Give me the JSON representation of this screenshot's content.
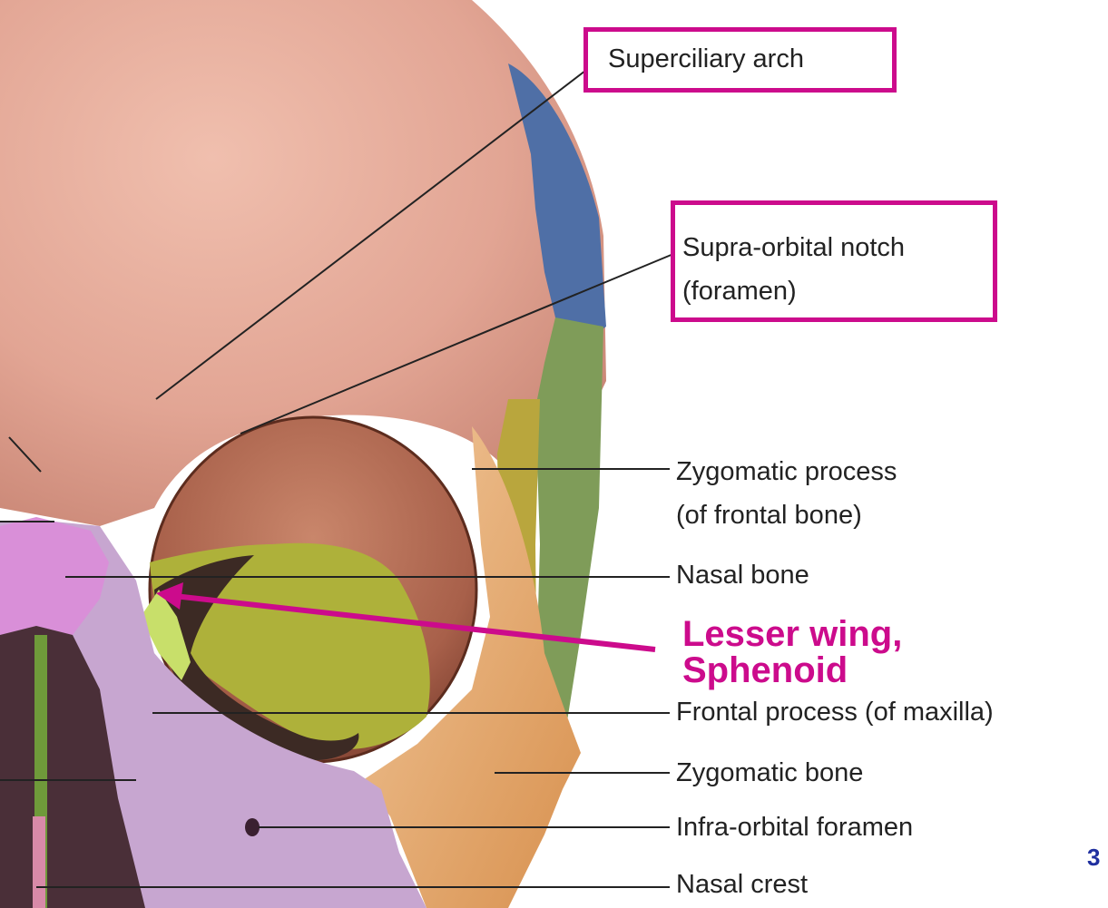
{
  "labels": {
    "superciliary_arch": "Superciliary arch",
    "supra_orbital_notch_line1": "Supra-orbital notch",
    "supra_orbital_notch_line2": "(foramen)",
    "zygomatic_process_line1": "Zygomatic process",
    "zygomatic_process_line2": "(of frontal bone)",
    "nasal_bone": "Nasal bone",
    "frontal_process": "Frontal process (of maxilla)",
    "zygomatic_bone": "Zygomatic bone",
    "infra_orbital_foramen": "Infra-orbital foramen",
    "nasal_crest": "Nasal crest"
  },
  "highlight": {
    "line1": "Lesser wing,",
    "line2": "Sphenoid"
  },
  "page_number": "3",
  "colors": {
    "highlight": "#cc0b8c",
    "frontal_bone": "#e3a99b",
    "parietal_bone": "#4f6fa6",
    "sphenoid_greater_wing": "#7f9c59",
    "sphenoid_lesser_wing": "#aeb13a",
    "maxilla": "#c7a6d0",
    "zygomatic": "#e3a66e",
    "nasal_bone": "#d98fd8",
    "page_number": "#1f2f9f"
  }
}
